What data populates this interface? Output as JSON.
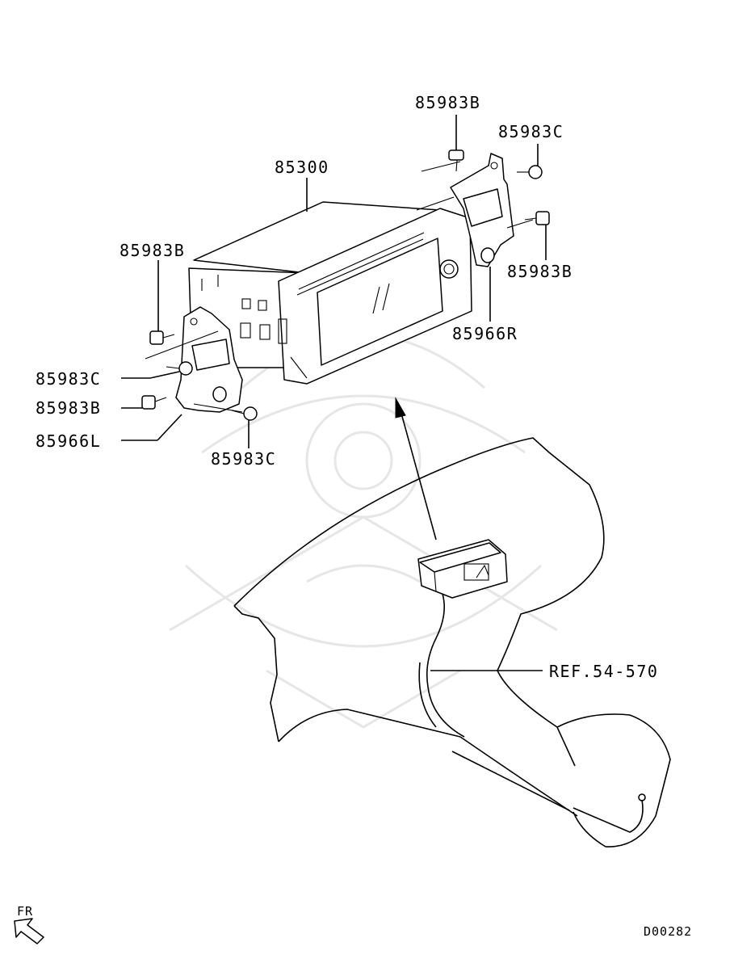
{
  "labels": {
    "unit": "85300",
    "bolt_b_top": "85983B",
    "screw_c_top": "85983C",
    "bolt_b_right": "85983B",
    "bracket_r": "85966R",
    "bolt_b_left_upper": "85983B",
    "screw_c_left": "85983C",
    "bolt_b_left_lower": "85983B",
    "bracket_l": "85966L",
    "screw_c_bottom": "85983C",
    "reference": "REF.54-570",
    "front_indicator": "FR",
    "diagram_code": "D00282"
  },
  "icons": {
    "front_arrow": "front-arrow-icon",
    "watermark": "samurai-helmet-watermark"
  }
}
